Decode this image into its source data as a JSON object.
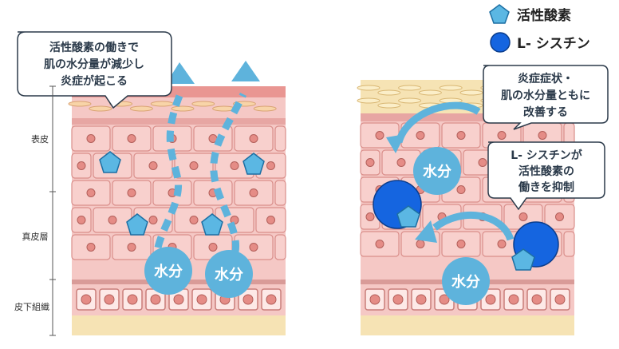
{
  "legend": {
    "ros_label": "活性酸素",
    "cystine_label": "L- シスチン"
  },
  "layers": {
    "epidermis": "表皮",
    "dermis": "真皮層",
    "subcutaneous": "皮下組織"
  },
  "left_panel": {
    "callout_lines": [
      "活性酸素の働きで",
      "肌の水分量が減少し",
      "炎症が起こる"
    ],
    "water_labels": [
      "水分",
      "水分"
    ]
  },
  "right_panel": {
    "callout_top_lines": [
      "炎症症状・",
      "肌の水分量ともに",
      "改善する"
    ],
    "callout_mid_lines": [
      "L- シスチンが",
      "活性酸素の",
      "働きを抑制"
    ],
    "water_labels": [
      "水分",
      "水分"
    ]
  },
  "colors": {
    "ros": "#5bb7e3",
    "cystine": "#1565e0",
    "water": "#5eb3dc",
    "skin": "#f3b9b6",
    "cell_nucleus": "#e58c86",
    "fat": "#f6e3b4"
  }
}
